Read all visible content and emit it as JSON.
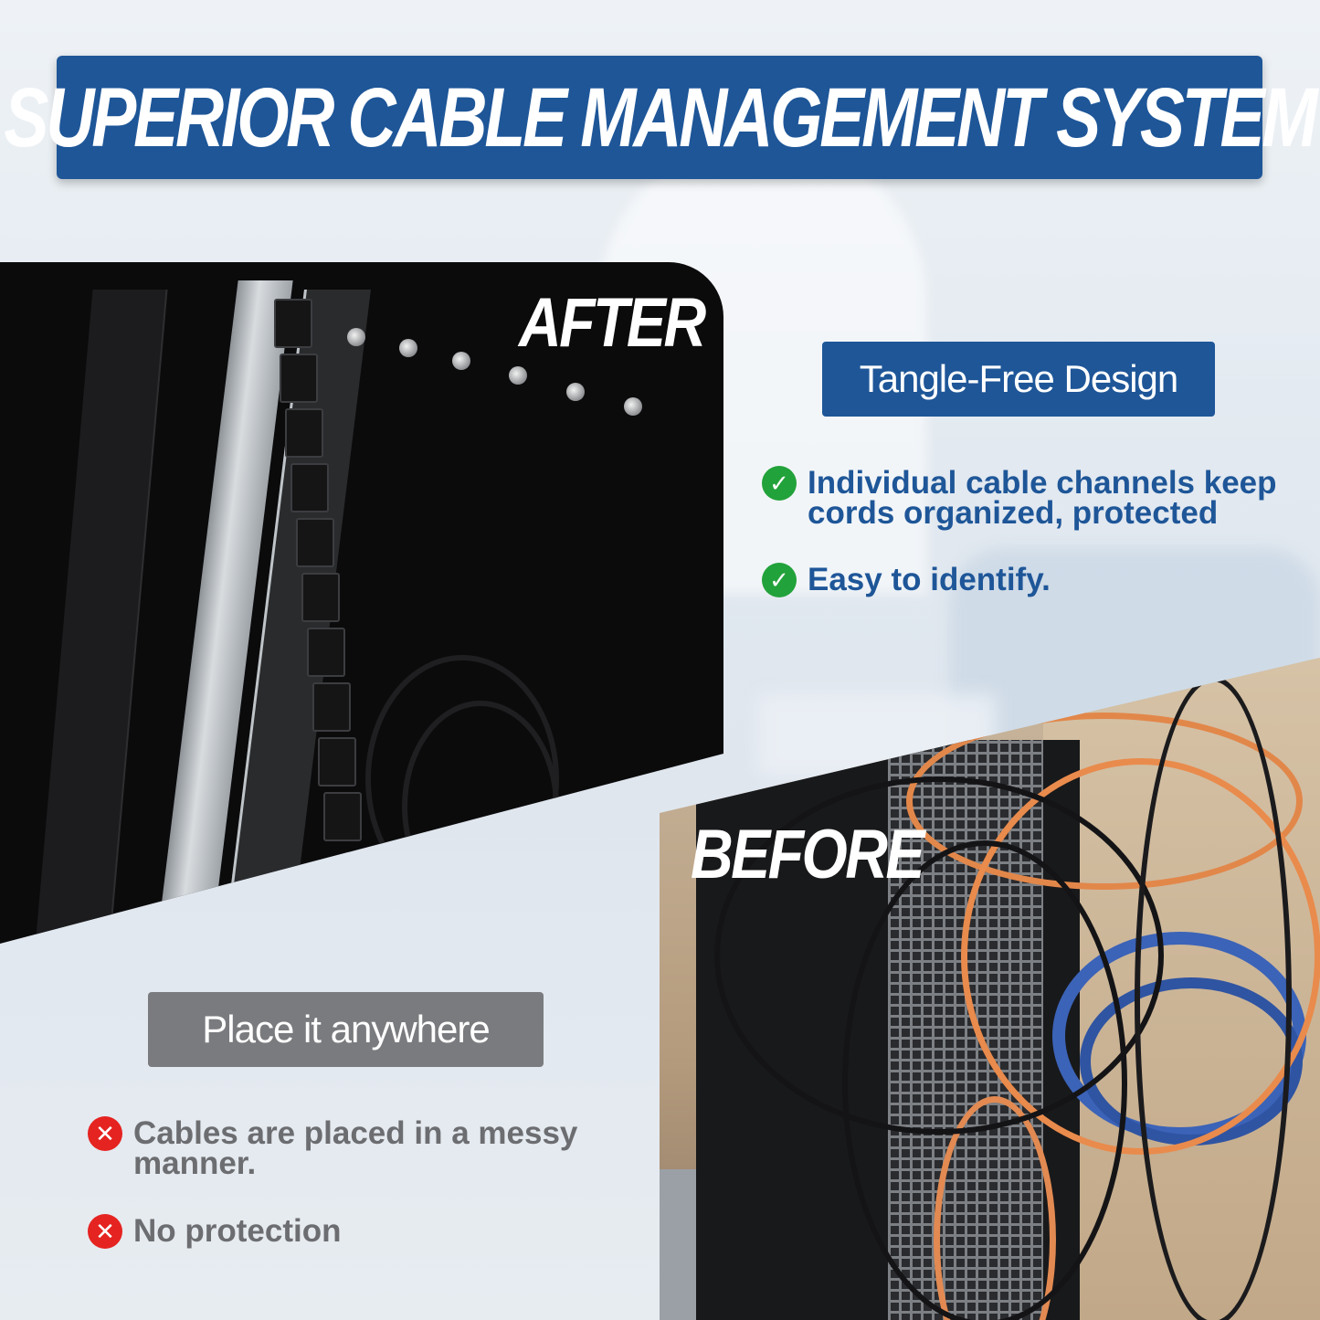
{
  "header": {
    "title": "SUPERIOR CABLE MANAGEMENT SYSTEM"
  },
  "after": {
    "label": "AFTER",
    "pill": "Tangle-Free Design",
    "features": [
      {
        "text": "Individual cable channels keep cords organized, protected",
        "icon": "check-icon"
      },
      {
        "text": "Easy to identify.",
        "icon": "check-icon"
      }
    ]
  },
  "before": {
    "label": "BEFORE",
    "pill": "Place it anywhere",
    "features": [
      {
        "text": "Cables are placed in a messy manner.",
        "icon": "cross-icon"
      },
      {
        "text": "No protection",
        "icon": "cross-icon"
      }
    ]
  },
  "colors": {
    "brand_blue": "#1e5698",
    "check_green": "#22a23a",
    "cross_red": "#e52320",
    "neutral_gray": "#7a7b7e"
  }
}
